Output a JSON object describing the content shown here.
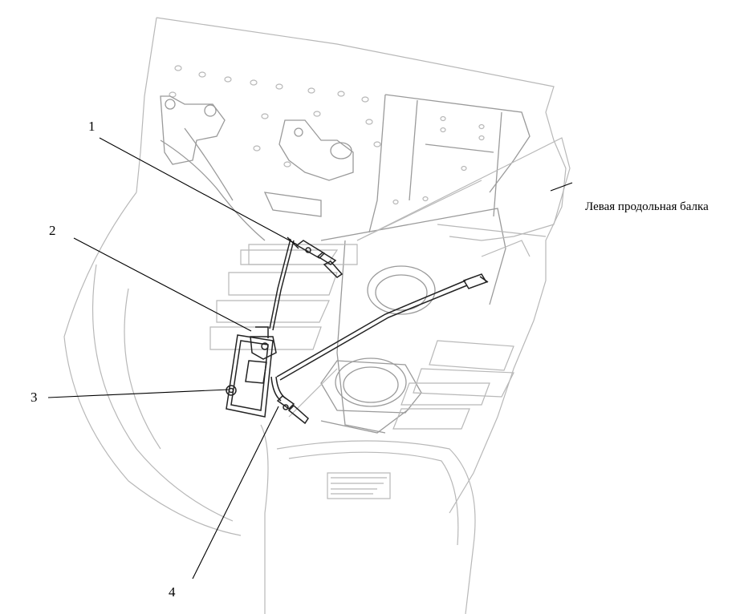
{
  "diagram": {
    "callouts": [
      {
        "id": "1",
        "text": "1"
      },
      {
        "id": "2",
        "text": "2"
      },
      {
        "id": "3",
        "text": "3"
      },
      {
        "id": "4",
        "text": "4"
      }
    ],
    "labels": {
      "beam": "Левая продольная балка"
    }
  }
}
